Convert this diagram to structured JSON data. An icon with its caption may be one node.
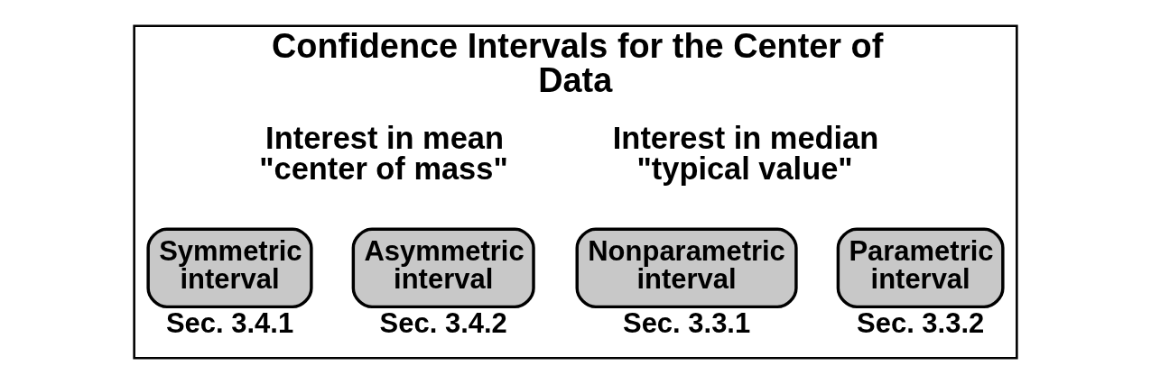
{
  "diagram": {
    "nodes": [
      {
        "text": [
          "Confidence Intervals for the Center of Data"
        ]
      },
      {
        "text": [
          "Nonparametric interval"
        ],
        "in": 0,
        "beside": [
          "Sec. 3.3.1"
        ]
      },
      {
        "text": [
          "Parametric interval"
        ],
        "in": 0,
        "beside": [
          "Sec. 3.3.2"
        ]
      },
      {
        "text": [
          "Symmetric interval"
        ],
        "in": 0,
        "beside": [
          "Sec. 3.4.1"
        ]
      },
      {
        "text": [
          "Asymmetric interval"
        ],
        "in": 0,
        "beside": [
          "Sec. 3.4.2"
        ]
      }
    ],
    "labels": [
      "Interest in median \"typical value\"",
      "Interest in mean \"center of mass\""
    ]
  }
}
